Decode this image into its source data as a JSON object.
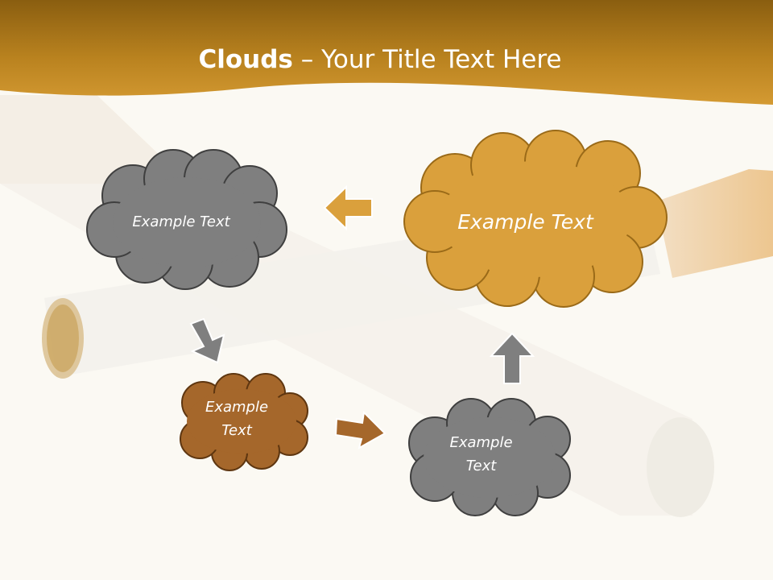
{
  "slide": {
    "title_bold": "Clouds",
    "title_separator": " – ",
    "title_rest": "Your Title Text Here"
  },
  "clouds": [
    {
      "text": "Example Text",
      "color": "#7f7f7f"
    },
    {
      "text": "Example Text",
      "color": "#daa03c"
    },
    {
      "text": "Example\nText",
      "color": "#a5672b"
    },
    {
      "text": "Example\nText",
      "color": "#7f7f7f"
    }
  ],
  "arrows": [
    {
      "direction": "left",
      "color": "#daa03c"
    },
    {
      "direction": "down",
      "color": "#7f7f7f"
    },
    {
      "direction": "right",
      "color": "#a5672b"
    },
    {
      "direction": "up",
      "color": "#7f7f7f"
    }
  ],
  "colors": {
    "header": "#c58f24",
    "background": "#fbf9f3"
  }
}
